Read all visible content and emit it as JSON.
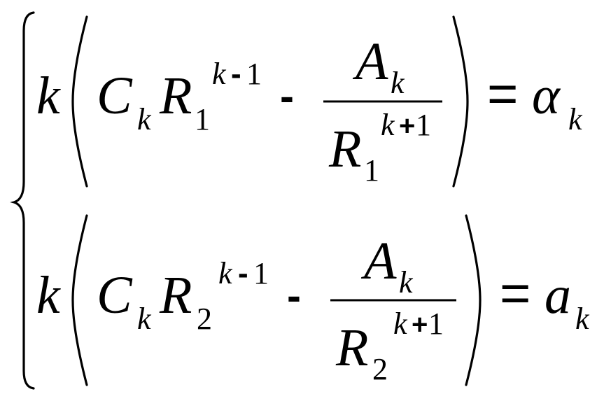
{
  "system": {
    "equations": [
      {
        "coef": "k",
        "term1_base": "C",
        "term1_base_sub": "k",
        "term1_r": "R",
        "term1_r_sub": "1",
        "term1_exp": "k",
        "term1_exp_op": "-",
        "term1_exp_num": "1",
        "minus": "-",
        "frac_num": "A",
        "frac_num_sub": "k",
        "frac_den": "R",
        "frac_den_sub": "1",
        "frac_den_exp": "k",
        "frac_den_exp_op": "+",
        "frac_den_exp_num": "1",
        "equals": "=",
        "rhs": "α",
        "rhs_sub": "k"
      },
      {
        "coef": "k",
        "term1_base": "C",
        "term1_base_sub": "k",
        "term1_r": "R",
        "term1_r_sub": "2",
        "term1_exp": "k",
        "term1_exp_op": "-",
        "term1_exp_num": "1",
        "minus": "-",
        "frac_num": "A",
        "frac_num_sub": "k",
        "frac_den": "R",
        "frac_den_sub": "2",
        "frac_den_exp": "k",
        "frac_den_exp_op": "+",
        "frac_den_exp_num": "1",
        "equals": "=",
        "rhs": "a",
        "rhs_sub": "k"
      }
    ]
  }
}
